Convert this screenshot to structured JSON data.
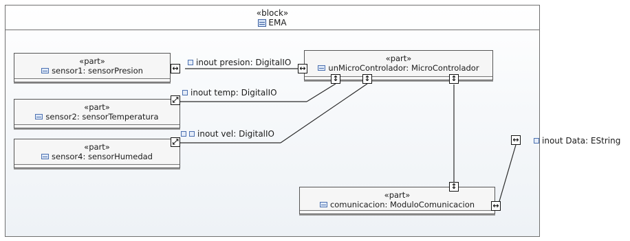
{
  "block": {
    "stereotype": "«block»",
    "name": "EMA"
  },
  "parts": {
    "sensor1": {
      "stereotype": "«part»",
      "name": "sensor1: sensorPresion"
    },
    "sensor2": {
      "stereotype": "«part»",
      "name": "sensor2: sensorTemperatura"
    },
    "sensor4": {
      "stereotype": "«part»",
      "name": "sensor4: sensorHumedad"
    },
    "micro": {
      "stereotype": "«part»",
      "name": "unMicroControlador: MicroControlador"
    },
    "comm": {
      "stereotype": "«part»",
      "name": "comunicacion: ModuloComunicacion"
    }
  },
  "ports": {
    "presion": {
      "label": "inout presion: DigitalIO"
    },
    "temp": {
      "label": "inout temp: DigitalIO"
    },
    "vel": {
      "label": "inout vel: DigitalIO"
    },
    "data": {
      "label": "inout Data: EString"
    }
  },
  "symbols": {
    "bidir_h": "↔",
    "bidir_v": "↕",
    "diag": "⤢"
  }
}
